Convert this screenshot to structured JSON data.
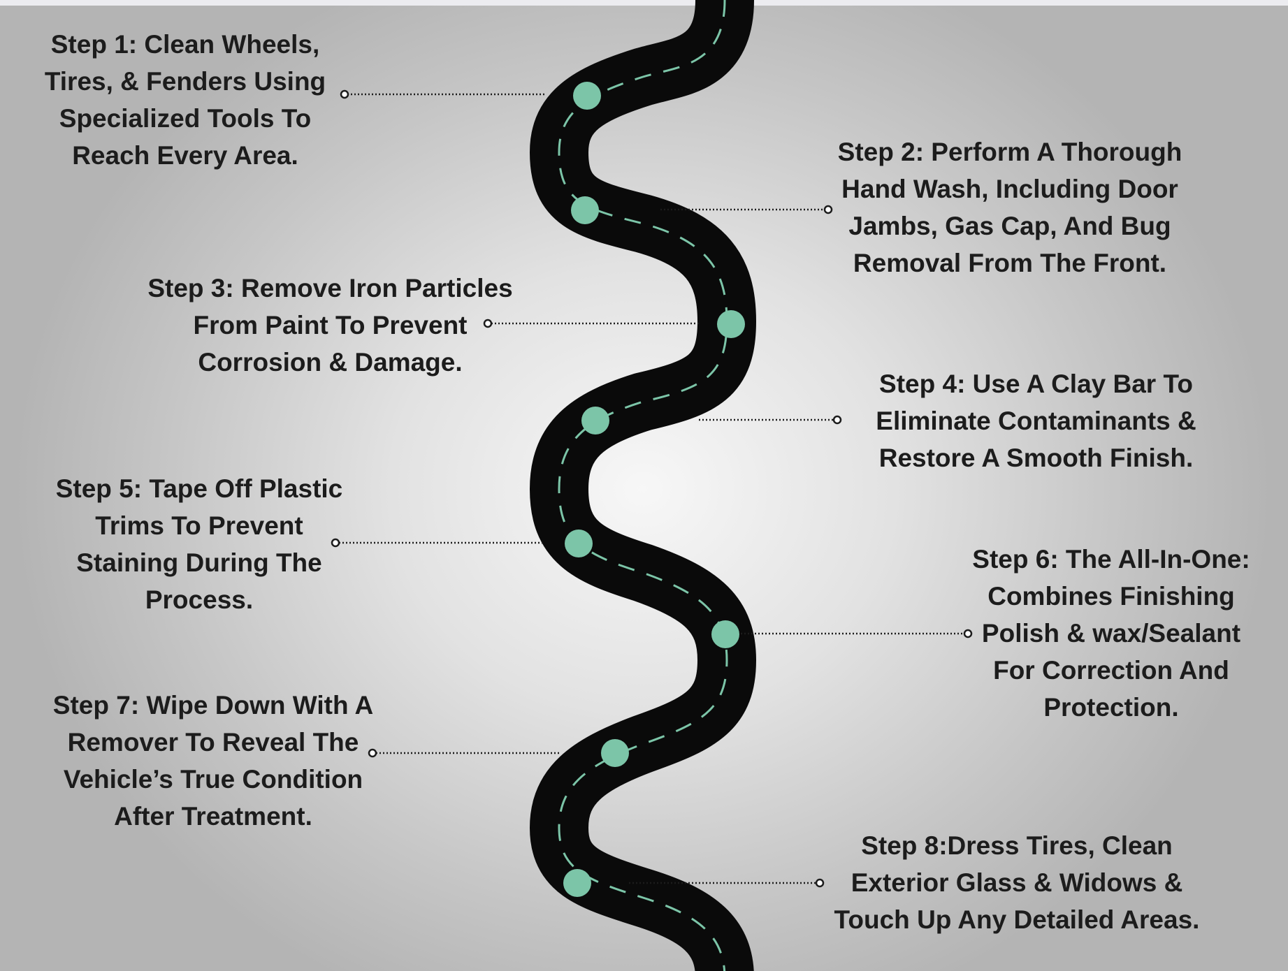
{
  "colors": {
    "road": "#0a0a0a",
    "lane_dashes": "#7cc5a8",
    "milestone_dots": "#7cc5a8",
    "connector": "#1c1c1c",
    "text": "#1c1c1c"
  },
  "steps": [
    {
      "label": "Step 1: Clean Wheels,\nTires, & Fenders Using\nSpecialized Tools To\nReach Every Area."
    },
    {
      "label": "Step 2: Perform A Thorough\nHand Wash, Including Door\nJambs, Gas Cap, And Bug\nRemoval From The Front."
    },
    {
      "label": "Step 3: Remove Iron Particles\nFrom Paint To Prevent\nCorrosion & Damage."
    },
    {
      "label": "Step 4: Use A Clay Bar To\nEliminate Contaminants  &\nRestore A Smooth Finish."
    },
    {
      "label": "Step 5: Tape Off Plastic\nTrims To Prevent\nStaining During The\nProcess."
    },
    {
      "label": "Step 6: The All-In-One:\nCombines Finishing\nPolish & wax/Sealant\nFor Correction And\nProtection."
    },
    {
      "label": "Step 7: Wipe Down With  A\nRemover To Reveal The\nVehicle’s True Condition\nAfter Treatment."
    },
    {
      "label": "Step 8:Dress Tires, Clean\nExterior Glass & Widows &\nTouch Up Any Detailed Areas."
    }
  ]
}
